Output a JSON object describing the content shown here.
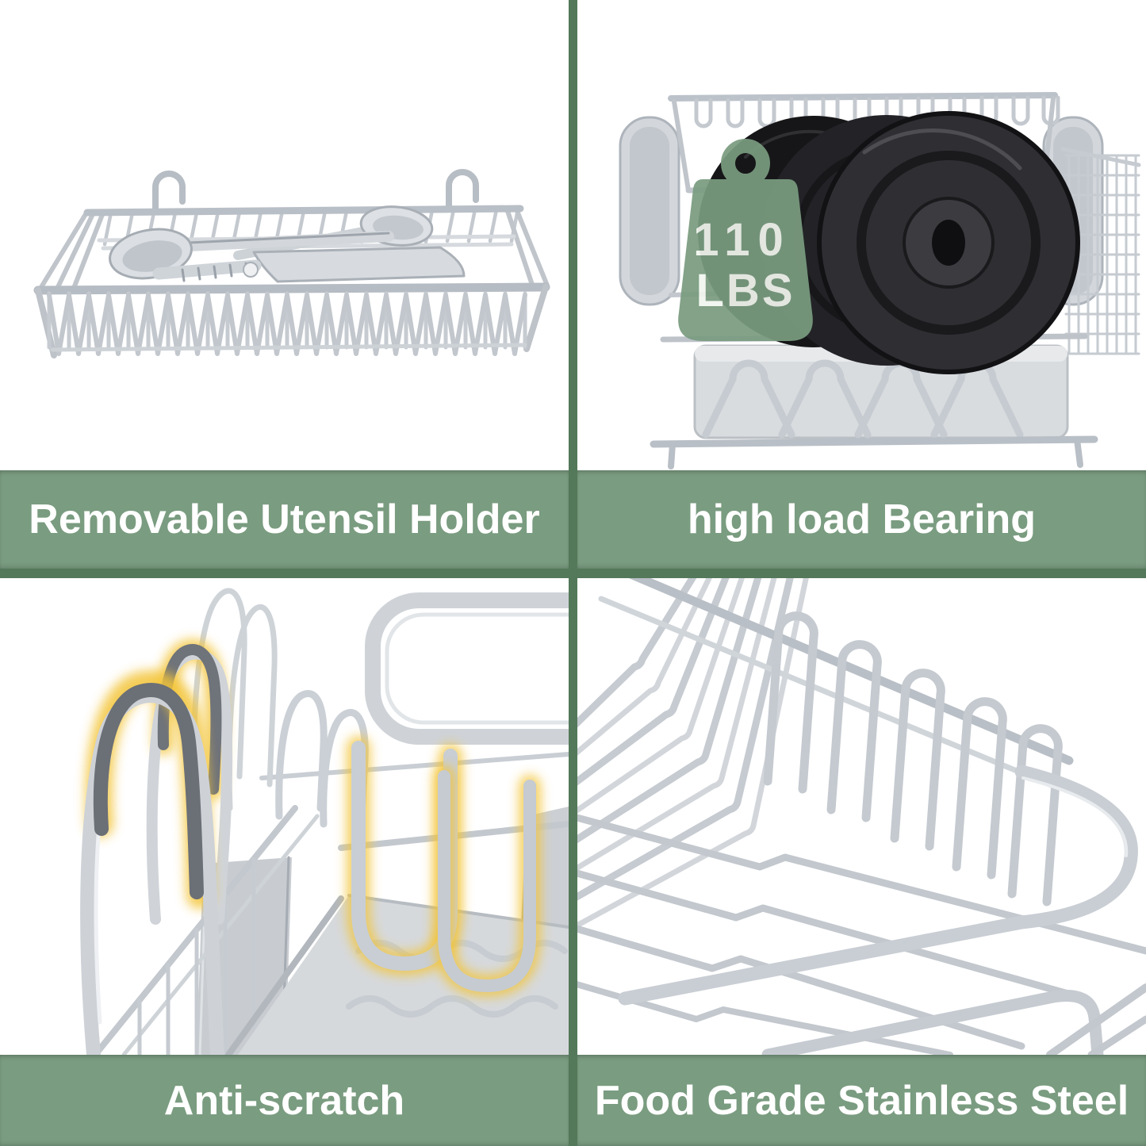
{
  "captions": {
    "top_left": "Removable Utensil Holder",
    "top_right": "high load Bearing",
    "bottom_left": "Anti-scratch",
    "bottom_right": "Food Grade Stainless Steel"
  },
  "badge": {
    "value": "110",
    "unit": "LBS"
  },
  "colors": {
    "caption_bg": "#7A9C80",
    "caption_text": "#FFFFFF",
    "divider": "#54795A",
    "badge_bg": "#7A9C80",
    "badge_text": "#F2F6EF",
    "highlight": "#F3C437",
    "weight_plate": "#1C1C1F"
  }
}
